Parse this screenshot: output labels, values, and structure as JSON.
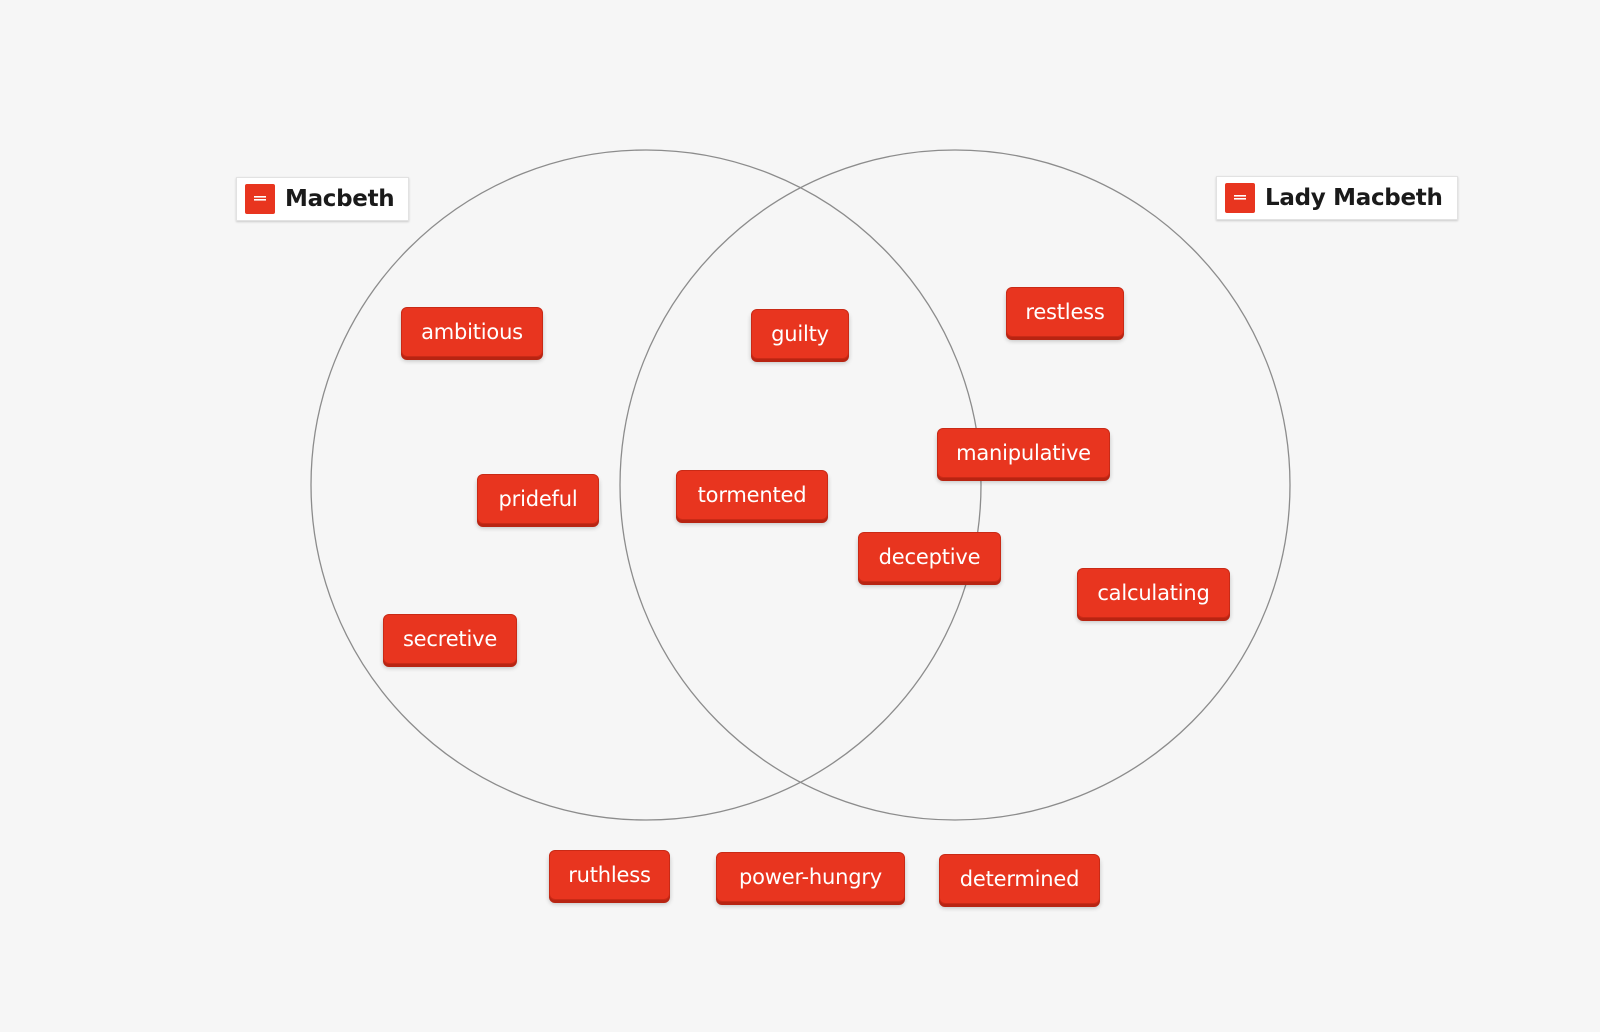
{
  "sets": {
    "left": {
      "label": "Macbeth",
      "icon": "list-icon"
    },
    "right": {
      "label": "Lady Macbeth",
      "icon": "list-icon"
    }
  },
  "tags": [
    {
      "id": "ambitious",
      "text": "ambitious"
    },
    {
      "id": "prideful",
      "text": "prideful"
    },
    {
      "id": "secretive",
      "text": "secretive"
    },
    {
      "id": "guilty",
      "text": "guilty"
    },
    {
      "id": "tormented",
      "text": "tormented"
    },
    {
      "id": "restless",
      "text": "restless"
    },
    {
      "id": "manipulative",
      "text": "manipulative"
    },
    {
      "id": "deceptive",
      "text": "deceptive"
    },
    {
      "id": "calculating",
      "text": "calculating"
    },
    {
      "id": "ruthless",
      "text": "ruthless"
    },
    {
      "id": "power-hungry",
      "text": "power-hungry"
    },
    {
      "id": "determined",
      "text": "determined"
    }
  ],
  "colors": {
    "tag_background": "#e8351f",
    "circle_stroke": "#8c8c8c",
    "page_background": "#f6f6f6"
  }
}
